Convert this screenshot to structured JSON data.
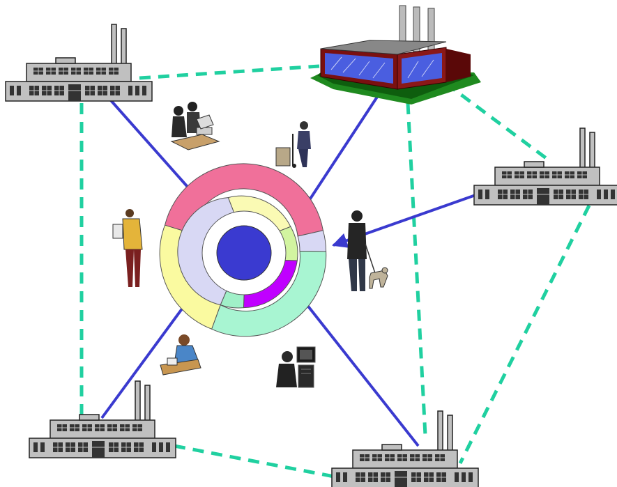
{
  "diagram": {
    "hub": {
      "outer_ring_colors": [
        "#f0709a",
        "#d8d8f4",
        "#a8f5d2",
        "#fafaa0"
      ],
      "inner_ring_colors": [
        "#fafab4",
        "#d2f4a0",
        "#c000ff",
        "#a0f0c8",
        "#d8d8f4"
      ],
      "core_color": "#3a3ad0"
    },
    "colors": {
      "arrow": "#3a3acf",
      "dashed_link": "#20d0a0",
      "building_wall": "#c0c0c0",
      "building_outline": "#222222",
      "main_plant_wall": "#7a1010",
      "main_plant_window": "#4a5ee0",
      "main_plant_grass": "#1f8a1f"
    },
    "nodes": [
      {
        "id": "factory-top-left",
        "icon": "factory-building-icon"
      },
      {
        "id": "main-plant-top",
        "icon": "main-plant-icon"
      },
      {
        "id": "factory-right",
        "icon": "factory-building-icon"
      },
      {
        "id": "factory-bottom-right",
        "icon": "factory-building-icon"
      },
      {
        "id": "factory-bottom-left",
        "icon": "factory-building-icon"
      }
    ],
    "people": [
      {
        "id": "team-meeting",
        "icon": "people-meeting-icon"
      },
      {
        "id": "worker-dolly",
        "icon": "worker-with-dolly-icon"
      },
      {
        "id": "inspector",
        "icon": "inspector-with-clipboard-icon"
      },
      {
        "id": "guard-dog",
        "icon": "security-guard-with-dog-icon"
      },
      {
        "id": "desk-worker",
        "icon": "desk-worker-icon"
      },
      {
        "id": "computer-user",
        "icon": "computer-user-icon"
      }
    ]
  }
}
